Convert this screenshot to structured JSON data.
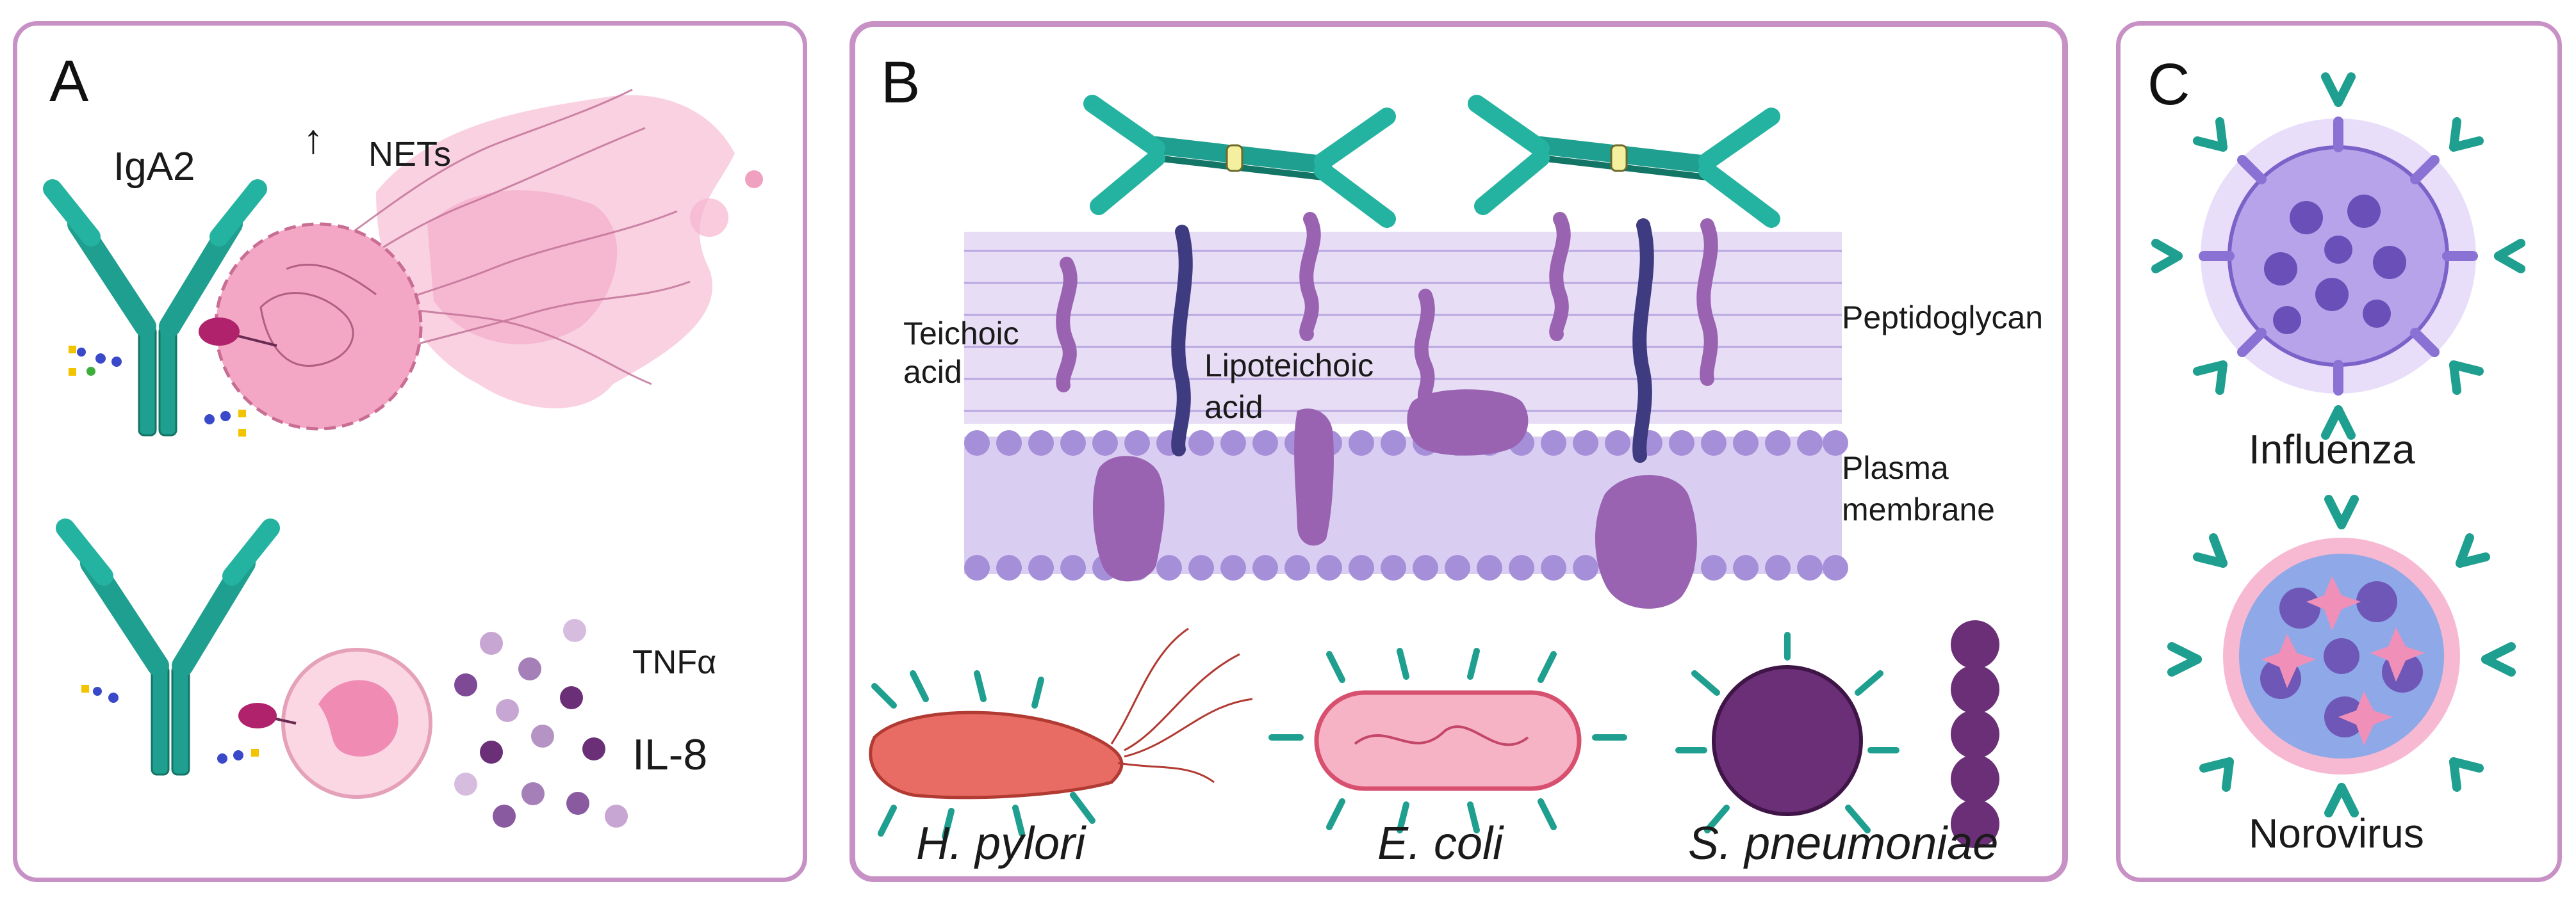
{
  "panel_a": {
    "letter": "A",
    "igA2": "IgA2",
    "nets": "NETs",
    "nets_arrow": "↑",
    "tnf": "TNFα",
    "il8": "IL-8"
  },
  "panel_b": {
    "letter": "B",
    "teichoic_1": "Teichoic",
    "teichoic_2": "acid",
    "lipo_1": "Lipoteichoic",
    "lipo_2": "acid",
    "peptidoglycan": "Peptidoglycan",
    "plasma_1": "Plasma",
    "plasma_2": "membrane",
    "h_pylori": "H. pylori",
    "e_coli": "E. coli",
    "s_pneumoniae": "S. pneumoniae"
  },
  "panel_c": {
    "letter": "C",
    "influenza": "Influenza",
    "norovirus": "Norovirus"
  },
  "colors": {
    "border": "#c891c6",
    "antibody_teal": "#1f9f8f",
    "antibody_dark": "#137566",
    "net_pink": "#f4a9c8",
    "membrane_lilac": "#d9cdf2",
    "protein_purple": "#9a63b1",
    "coccus_purple": "#6b2f77"
  }
}
